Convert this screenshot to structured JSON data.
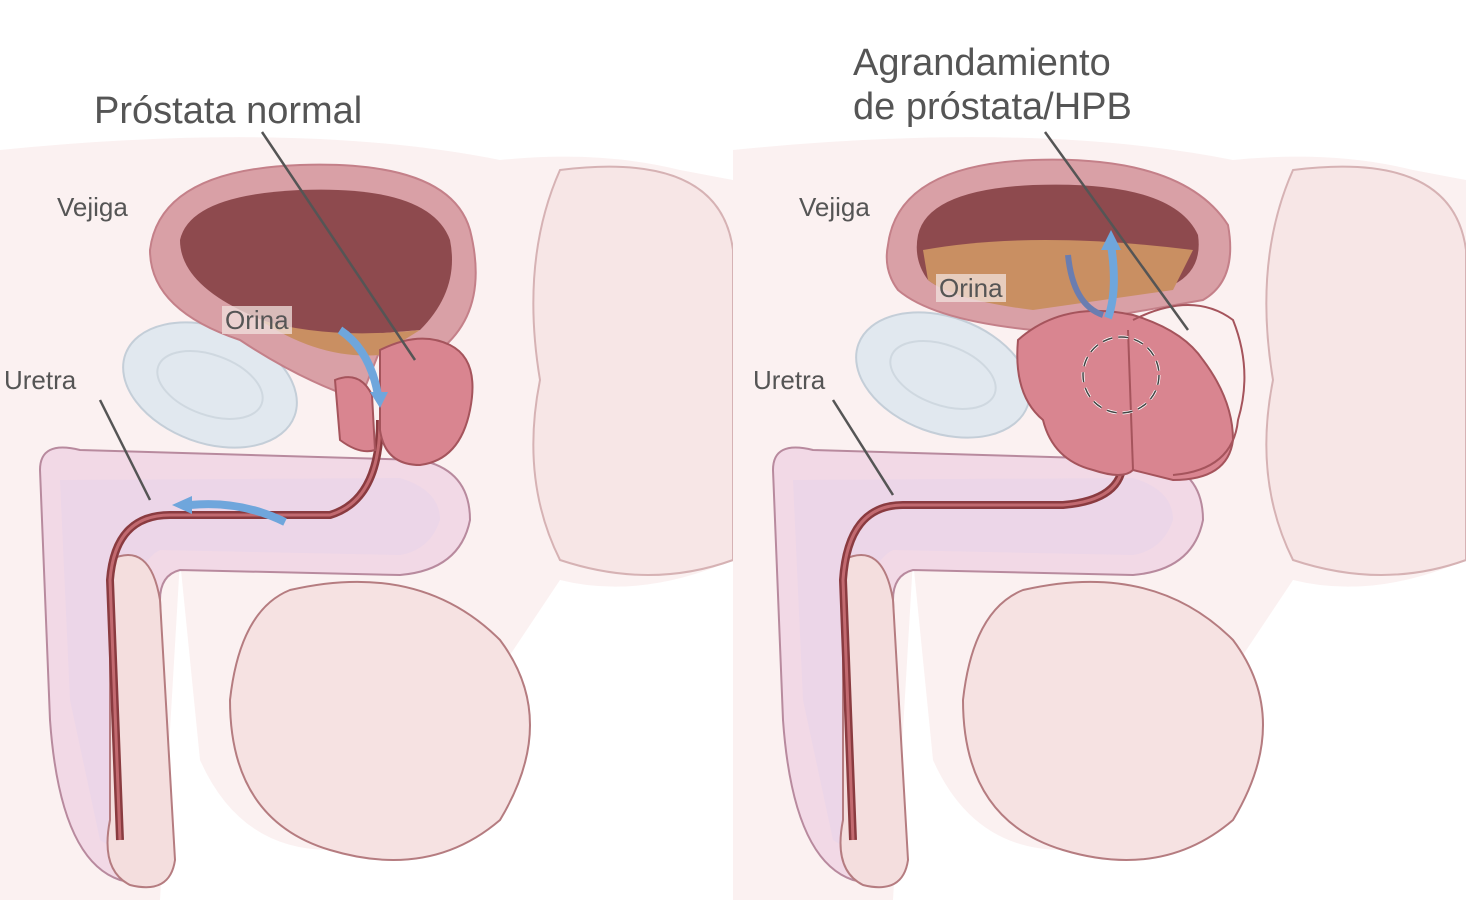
{
  "diagram": {
    "panels": [
      {
        "id": "normal",
        "title": "Próstata normal",
        "labels": {
          "bladder": "Vejiga",
          "urine": "Orina",
          "urethra": "Uretra"
        }
      },
      {
        "id": "enlarged",
        "title_line1": "Agrandamiento",
        "title_line2": "de próstata/HPB",
        "labels": {
          "bladder": "Vejiga",
          "urine": "Orina",
          "urethra": "Uretra"
        }
      }
    ],
    "colors": {
      "bladder_wall": "#d9a0a6",
      "bladder_cavity": "#8e4a4e",
      "prostate": "#d98590",
      "urine": "#c98f62",
      "skin": "#f6e4e4",
      "corpus": "#ead8e6",
      "urethra": "#8a3b40",
      "arrow": "#6fa6dc",
      "pubic_bone": "#dfe7ee",
      "label_text": "#555555"
    }
  }
}
